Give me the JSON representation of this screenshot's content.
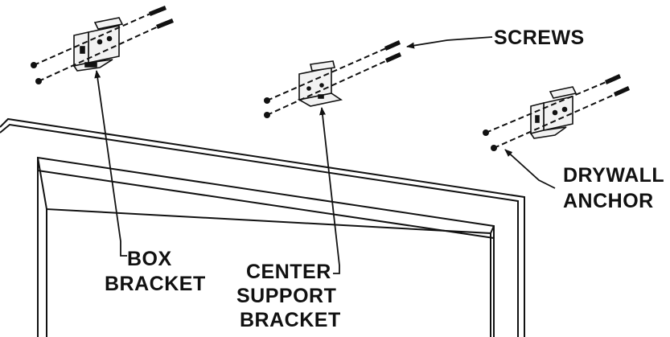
{
  "labels": {
    "screws": "SCREWS",
    "drywall_anchor_line1": "DRYWALL",
    "drywall_anchor_line2": "ANCHOR",
    "box_bracket_line1": "BOX",
    "box_bracket_line2": "BRACKET",
    "center_support_line1": "CENTER",
    "center_support_line2": "SUPPORT",
    "center_support_line3": "BRACKET"
  },
  "colors": {
    "ink": "#111111",
    "paper": "#ffffff",
    "bracket_fill": "#f2f2f2"
  }
}
